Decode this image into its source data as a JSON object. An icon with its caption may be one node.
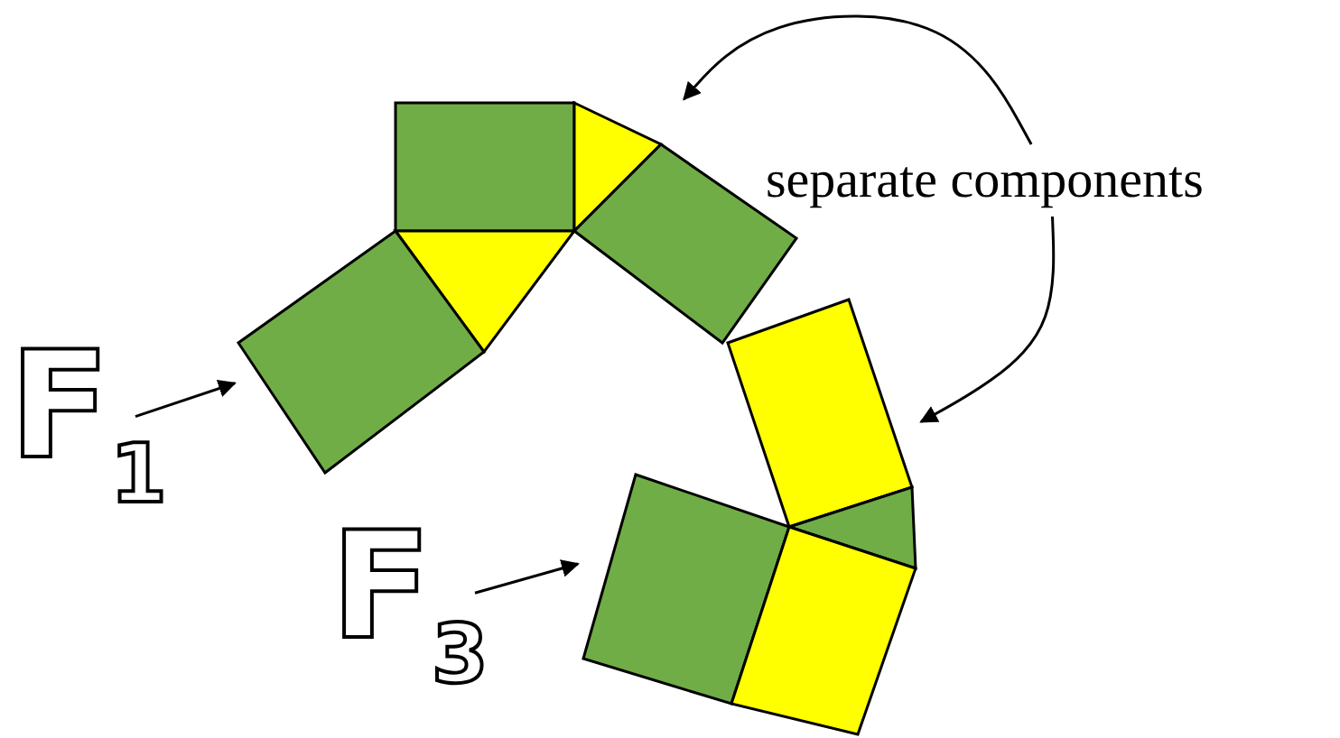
{
  "diagram": {
    "nodes": [
      {
        "text": [],
        "shape": "picture"
      },
      {
        "text": [],
        "shape": "picture"
      },
      {
        "text": [
          "separate components"
        ]
      },
      {
        "text": [
          "F$_{1}$"
        ]
      },
      {
        "text": [
          "F$_{3}$"
        ]
      }
    ],
    "edges": [
      {
        "from": 2,
        "to": 0,
        "arrow": "to"
      },
      {
        "from": 2,
        "to": 1,
        "arrow": "to"
      },
      {
        "from": 3,
        "to": 0,
        "arrow": "to"
      },
      {
        "from": 4,
        "to": 1,
        "arrow": "to"
      }
    ]
  }
}
